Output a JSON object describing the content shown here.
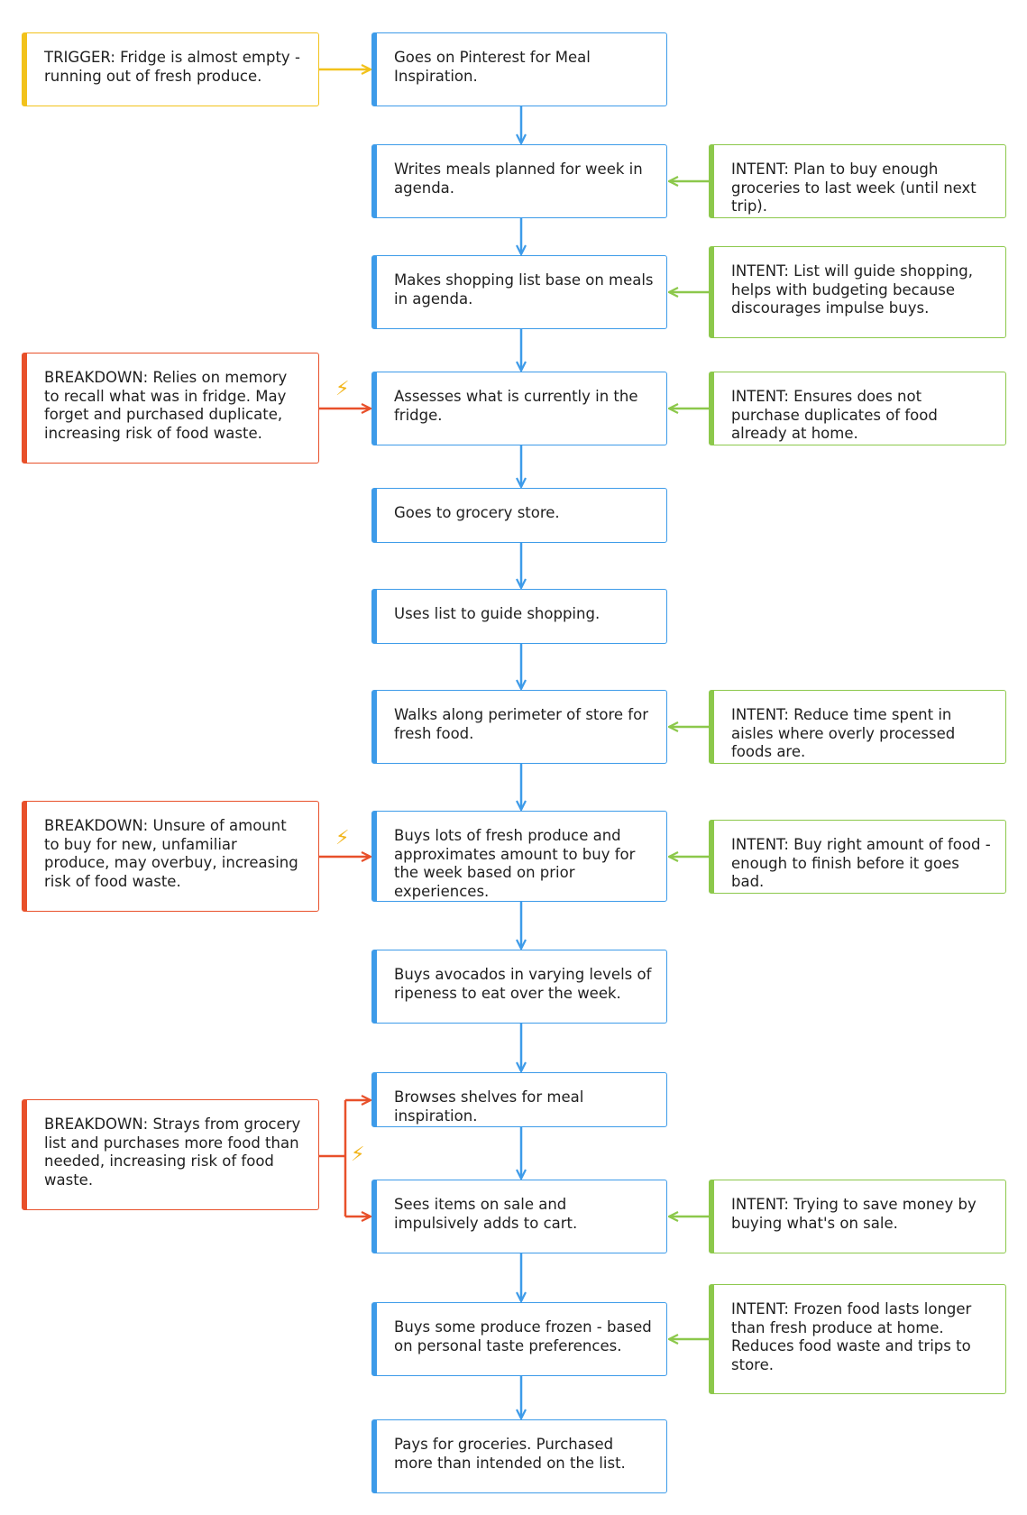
{
  "colors": {
    "step": "#3d9be9",
    "intent": "#8cc84b",
    "breakdown": "#e8502a",
    "trigger": "#f2c21b"
  },
  "icons": {
    "breakdown_marker": "lightning-bolt-icon"
  },
  "trigger": {
    "text": "TRIGGER: Fridge is almost empty - running out of fresh produce."
  },
  "steps": [
    {
      "text": "Goes on Pinterest for Meal Inspiration."
    },
    {
      "text": "Writes meals planned for week in agenda."
    },
    {
      "text": "Makes shopping list base on meals in agenda."
    },
    {
      "text": "Assesses what is currently in the fridge."
    },
    {
      "text": "Goes to grocery store."
    },
    {
      "text": "Uses list to guide shopping."
    },
    {
      "text": "Walks along perimeter of store for fresh food."
    },
    {
      "text": "Buys lots of fresh produce and approximates amount to buy for the week based on prior experiences."
    },
    {
      "text": "Buys avocados in varying levels of ripeness to eat over the week."
    },
    {
      "text": "Browses shelves for meal inspiration."
    },
    {
      "text": "Sees items on sale and impulsively adds to cart."
    },
    {
      "text": "Buys some produce frozen - based on personal taste preferences."
    },
    {
      "text": "Pays for groceries. Purchased more than intended on the list."
    }
  ],
  "intents": [
    {
      "text": "INTENT: Plan to buy enough groceries to last week (until next trip)."
    },
    {
      "text": "INTENT: List will guide shopping, helps with budgeting because discourages impulse buys."
    },
    {
      "text": "INTENT: Ensures does not purchase duplicates of food already at home."
    },
    {
      "text": "INTENT: Reduce time spent in aisles where overly processed foods are."
    },
    {
      "text": "INTENT: Buy right amount of food - enough to finish before it goes bad."
    },
    {
      "text": "INTENT: Trying to save money by buying what's on sale."
    },
    {
      "text": "INTENT: Frozen food lasts longer than fresh produce at home. Reduces food waste and trips to store."
    }
  ],
  "breakdowns": [
    {
      "text": "BREAKDOWN: Relies on memory to recall what was in fridge. May forget and purchased duplicate, increasing risk of food waste."
    },
    {
      "text": "BREAKDOWN: Unsure of amount to buy for new, unfamiliar produce, may overbuy, increasing risk of food waste."
    },
    {
      "text": "BREAKDOWN: Strays from grocery list and purchases more food than needed, increasing risk of food waste."
    }
  ]
}
